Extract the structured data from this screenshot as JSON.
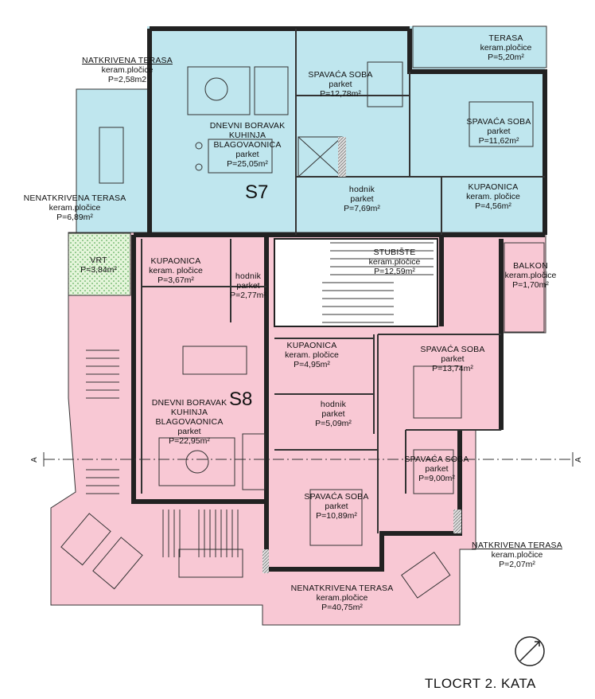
{
  "title": "TLOCRT 2. KATA",
  "units": {
    "s7": "S7",
    "s8": "S8"
  },
  "section_marker": "A",
  "colors": {
    "s7": "#bfe6ee",
    "s8": "#f8c8d4",
    "garden": "#d6f0c8",
    "wall": "#222222"
  },
  "rooms": {
    "nat_terasa_top": {
      "name": "NATKRIVENA TERASA",
      "finish": "keram.pločice",
      "area": "P=2,58m2"
    },
    "terasa_top": {
      "name": "TERASA",
      "finish": "keram.pločice",
      "area": "P=5,20m²"
    },
    "s7_spavaca_1": {
      "name": "SPAVAĆA SOBA",
      "finish": "parket",
      "area": "P=12,78m²"
    },
    "s7_spavaca_2": {
      "name": "SPAVAĆA SOBA",
      "finish": "parket",
      "area": "P=11,62m²"
    },
    "s7_dnevni": {
      "name1": "DNEVNI BORAVAK",
      "name2": "KUHINJA",
      "name3": "BLAGOVAONICA",
      "finish": "parket",
      "area": "P=25,05m²"
    },
    "s7_hodnik": {
      "name": "hodnik",
      "finish": "parket",
      "area": "P=7,69m²"
    },
    "s7_kupaonica": {
      "name": "KUPAONICA",
      "finish": "keram. pločice",
      "area": "P=4,56m²"
    },
    "nenat_terasa_left": {
      "name": "NENATKRIVENA TERASA",
      "finish": "keram.pločice",
      "area": "P=6,89m²"
    },
    "vrt": {
      "name": "VRT",
      "area": "P=3,84m²"
    },
    "s8_kupaonica_1": {
      "name": "KUPAONICA",
      "finish": "keram. pločice",
      "area": "P=3,67m²"
    },
    "s8_hodnik_1": {
      "name": "hodnik",
      "finish": "parket",
      "area": "P=2,77m²"
    },
    "stubiste": {
      "name": "STUBIŠTE",
      "finish": "keram.pločice",
      "area": "P=12,59m²"
    },
    "balkon": {
      "name": "BALKON",
      "finish": "keram.pločice",
      "area": "P=1,70m²"
    },
    "s8_kupaonica_2": {
      "name": "KUPAONICA",
      "finish": "keram. pločice",
      "area": "P=4,95m²"
    },
    "s8_spavaca_1": {
      "name": "SPAVAĆA SOBA",
      "finish": "parket",
      "area": "P=13,74m²"
    },
    "s8_dnevni": {
      "name1": "DNEVNI BORAVAK",
      "name2": "KUHINJA",
      "name3": "BLAGOVAONICA",
      "finish": "parket",
      "area": "P=22,95m²"
    },
    "s8_hodnik_2": {
      "name": "hodnik",
      "finish": "parket",
      "area": "P=5,09m²"
    },
    "s8_spavaca_2": {
      "name": "SPAVAĆA SOBA",
      "finish": "parket",
      "area": "P=9,00m²"
    },
    "s8_spavaca_3": {
      "name": "SPAVAĆA SOBA",
      "finish": "parket",
      "area": "P=10,89m²"
    },
    "nat_terasa_right": {
      "name": "NATKRIVENA TERASA",
      "finish": "keram.pločice",
      "area": "P=2,07m²"
    },
    "nenat_terasa_bottom": {
      "name": "NENATKRIVENA TERASA",
      "finish": "keram.pločice",
      "area": "P=40,75m²"
    }
  }
}
